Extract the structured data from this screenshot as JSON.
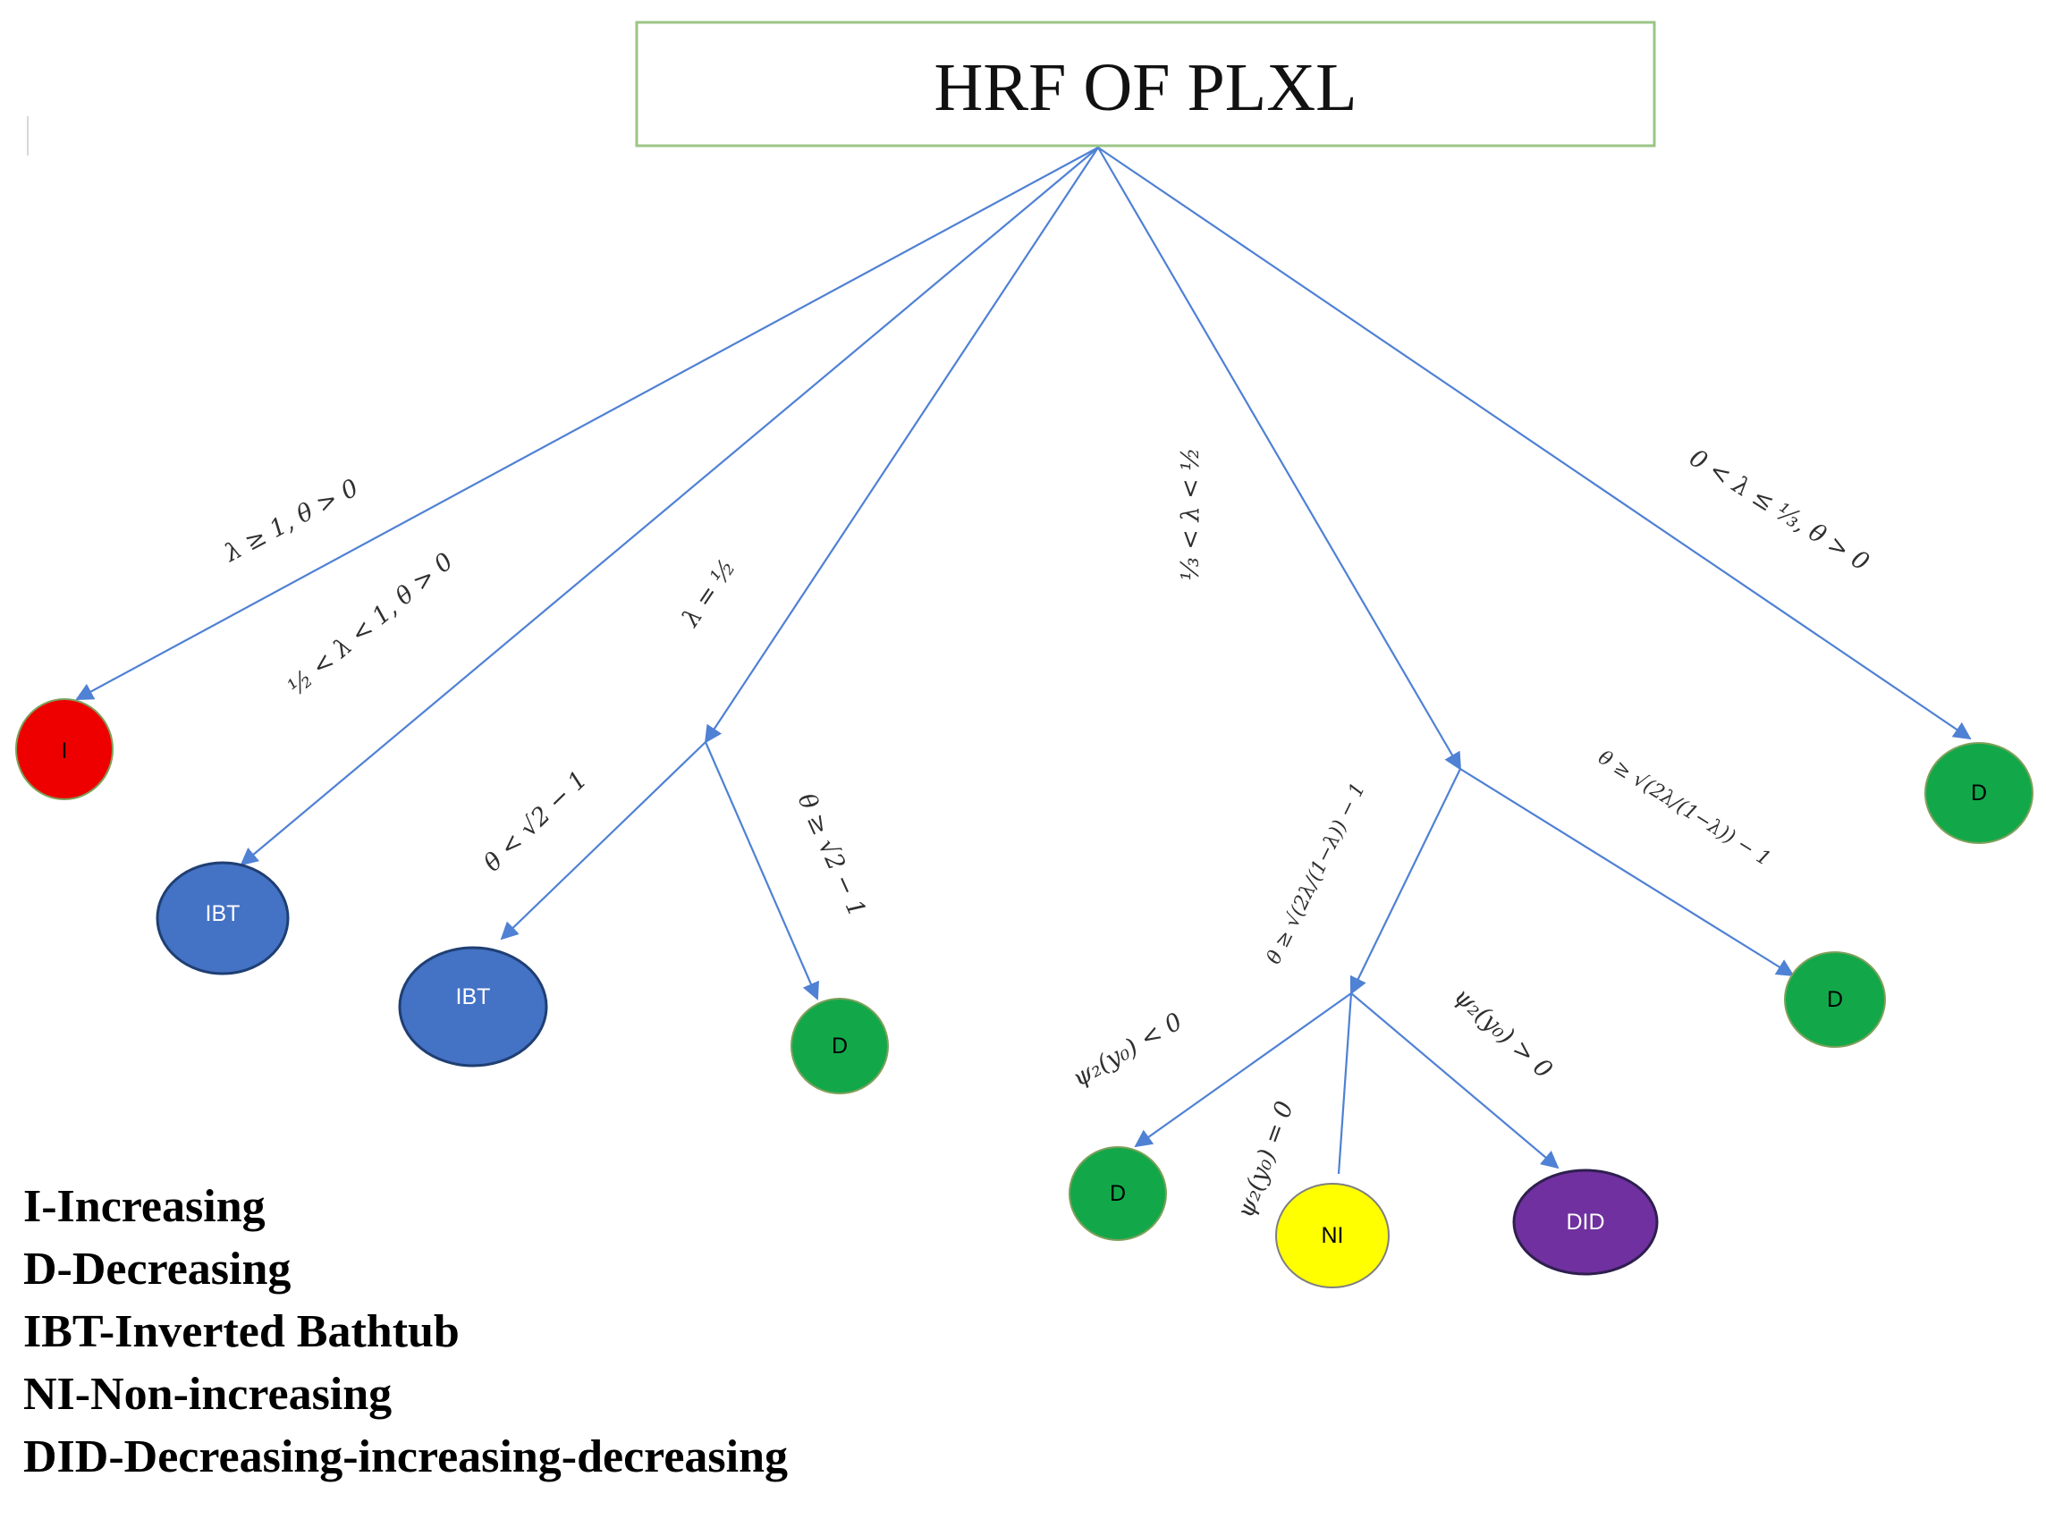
{
  "root": {
    "title": "HRF OF PLXL"
  },
  "nodes": {
    "n_i": {
      "label": "I",
      "color": "#ee0000",
      "text_color": "#000000"
    },
    "n_ibt1": {
      "label": "IBT",
      "color": "#4472c4",
      "text_color": "#ffffff"
    },
    "n_ibt2": {
      "label": "IBT",
      "color": "#4472c4",
      "text_color": "#ffffff"
    },
    "n_d1": {
      "label": "D",
      "color": "#12a84a",
      "text_color": "#000000"
    },
    "n_d2": {
      "label": "D",
      "color": "#12a84a",
      "text_color": "#000000"
    },
    "n_ni": {
      "label": "NI",
      "color": "#ffff00",
      "text_color": "#000000"
    },
    "n_did": {
      "label": "DID",
      "color": "#7030a0",
      "text_color": "#ffffff"
    },
    "n_d3": {
      "label": "D",
      "color": "#12a84a",
      "text_color": "#000000"
    },
    "n_d4": {
      "label": "D",
      "color": "#12a84a",
      "text_color": "#000000"
    }
  },
  "conditions": {
    "lambda_ge_1": "λ ≥ 1, θ > 0",
    "half_lt_lambda_lt_1": "½ < λ < 1, θ > 0",
    "lambda_eq_half": "λ = ½",
    "theta_lt_sqrt2": "θ < √2 − 1",
    "theta_ge_sqrt2": "θ ≥ √2 − 1",
    "third_lt_lambda_lt_half": "⅓ < λ < ½",
    "theta_ge_root_left": "θ ≥ √(2λ/(1−λ)) − 1",
    "theta_ge_root_right": "θ ≥ √(2λ/(1−λ)) − 1",
    "psi_lt_0": "ψ₂(y₀) < 0",
    "psi_eq_0": "ψ₂(y₀) = 0",
    "psi_gt_0": "ψ₂(y₀) > 0",
    "lambda_le_third": "0 < λ ≤ ⅓, θ > 0"
  },
  "legend": [
    "I-Increasing",
    "D-Decreasing",
    "IBT-Inverted Bathtub",
    "NI-Non-increasing",
    "DID-Decreasing-increasing-decreasing"
  ],
  "colors": {
    "edge": "#4f81d4",
    "root_border": "#9bc585"
  }
}
